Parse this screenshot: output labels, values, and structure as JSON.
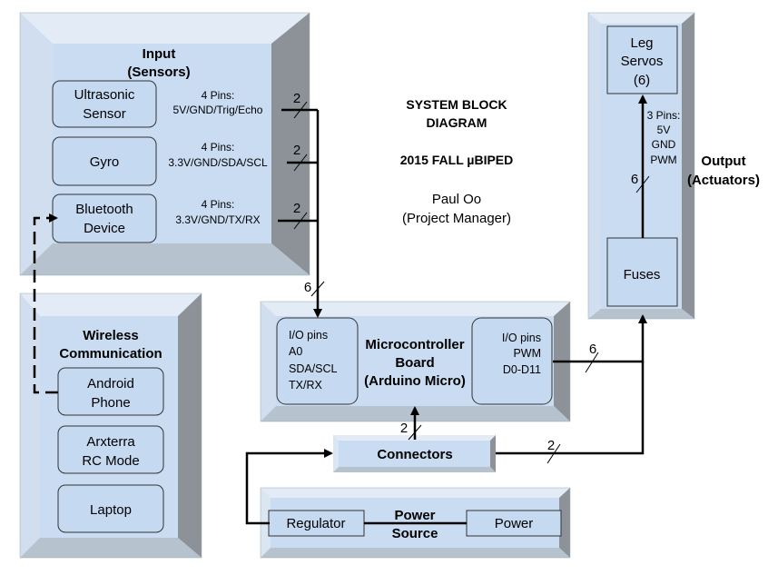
{
  "title": {
    "line1": "SYSTEM BLOCK",
    "line2": "DIAGRAM",
    "project": "2015 FALL µBIPED",
    "author": "Paul Oo",
    "role": "(Project Manager)"
  },
  "input": {
    "title1": "Input",
    "title2": "(Sensors)",
    "sensors": [
      {
        "l1": "Ultrasonic",
        "l2": "Sensor",
        "pins": "4 Pins:",
        "pinlist": "5V/GND/Trig/Echo",
        "bus": "2"
      },
      {
        "l1": "Gyro",
        "l2": "",
        "pins": "4 Pins:",
        "pinlist": "3.3V/GND/SDA/SCL",
        "bus": "2"
      },
      {
        "l1": "Bluetooth",
        "l2": "Device",
        "pins": "4 Pins:",
        "pinlist": "3.3V/GND/TX/RX",
        "bus": "2"
      }
    ],
    "bus_total": "6"
  },
  "wireless": {
    "title1": "Wireless",
    "title2": "Communication",
    "items": [
      {
        "l1": "Android",
        "l2": "Phone"
      },
      {
        "l1": "Arxterra",
        "l2": "RC Mode"
      },
      {
        "l1": "Laptop",
        "l2": ""
      }
    ]
  },
  "mcu": {
    "title1": "Microcontroller",
    "title2": "Board",
    "title3": "(Arduino Micro)",
    "left_pins": [
      "I/O pins",
      "A0",
      "SDA/SCL",
      "TX/RX"
    ],
    "right_pins": [
      "I/O pins",
      "PWM",
      "D0-D11"
    ],
    "out_bus": "6"
  },
  "connectors": {
    "label": "Connectors",
    "up_bus": "2",
    "out_bus": "2"
  },
  "power": {
    "title1": "Power",
    "title2": "Source",
    "regulator": "Regulator",
    "power": "Power"
  },
  "output": {
    "title1": "Output",
    "title2": "(Actuators)",
    "servos": [
      "Leg",
      "Servos",
      "(6)"
    ],
    "pins": [
      "3 Pins:",
      "5V",
      "GND",
      "PWM"
    ],
    "bus": "6",
    "fuses": "Fuses"
  },
  "colors": {
    "panel": "#c9dcf2",
    "bevel_dark": "#8c9297",
    "bevel_mid": "#a9b7c6",
    "bevel_light": "#dbe6f3",
    "block": "#c5d9f1"
  }
}
